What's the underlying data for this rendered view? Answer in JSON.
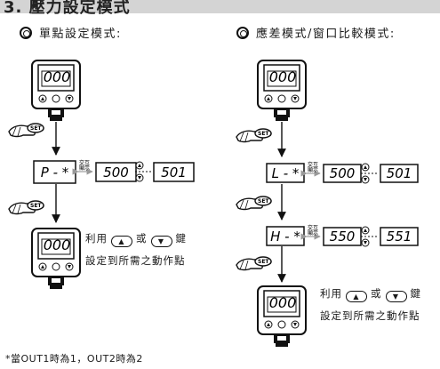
{
  "header": {
    "title": "3. 壓力設定模式"
  },
  "left_section": {
    "title": "單點設定模式:",
    "display_value": "000",
    "button_set": "SET",
    "mode_code": "P - *",
    "alt_label_top": "交互",
    "alt_label_bottom": "顯示",
    "value_a": "500",
    "value_b": "501",
    "note_line1_prefix": "利用",
    "note_or": "或",
    "note_key": "鍵",
    "note_line2": "設定到所需之動作點"
  },
  "right_section": {
    "title": "應差模式/窗口比較模式:",
    "display_value": "000",
    "button_set": "SET",
    "mode_code_l": "L - *",
    "value_l_a": "500",
    "value_l_b": "501",
    "mode_code_h": "H - *",
    "value_h_a": "550",
    "value_h_b": "551",
    "alt_label_top": "交互",
    "alt_label_bottom": "顯示",
    "note_line1_prefix": "利用",
    "note_or": "或",
    "note_key": "鍵",
    "note_line2": "設定到所需之動作點"
  },
  "footer": {
    "text": "*當OUT1時為1，OUT2時為2"
  },
  "icons": {
    "gauge": "pressure-gauge-icon",
    "hand": "hand-press-icon",
    "up": "up-triangle-key-icon",
    "down": "down-triangle-key-icon"
  }
}
